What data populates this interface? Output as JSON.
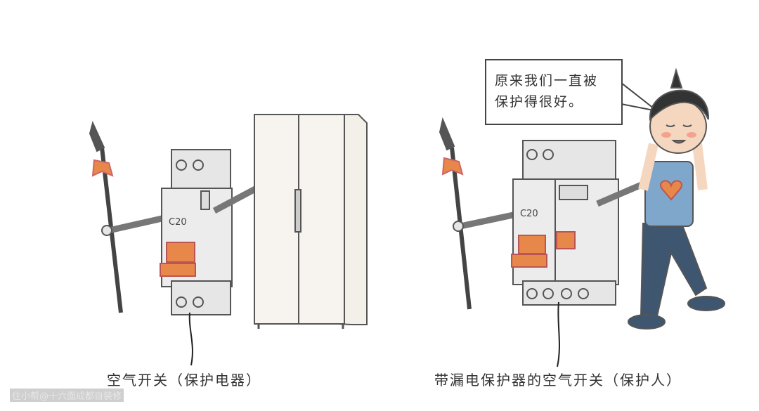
{
  "left_panel": {
    "caption": "空气开关（保护电器）",
    "breaker_label": "C20"
  },
  "right_panel": {
    "caption": "带漏电保护器的空气开关（保护人）",
    "breaker_label": "C20",
    "speech_line1": "原来我们一直被",
    "speech_line2": "保护得很好。"
  },
  "watermark": "住小帮@十六面成都自装修",
  "colors": {
    "orange": "#e8874a",
    "breaker": "#e6e6e6",
    "shirt": "#7fa7cc",
    "pants": "#3f5670",
    "heart": "#e8874a"
  }
}
